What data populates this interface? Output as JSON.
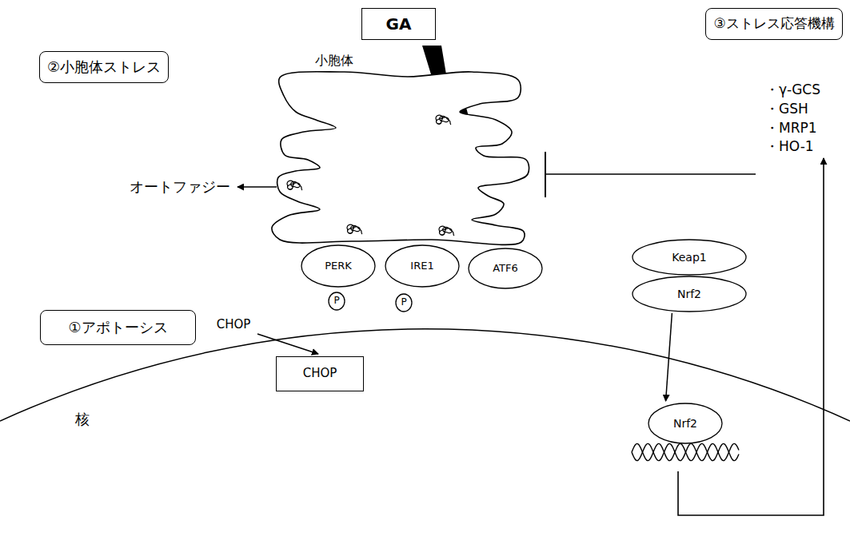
{
  "diagram": {
    "nodes": [
      {
        "text": [
          "GA"
        ]
      },
      {
        "text": [
          "②小胞体ストレス"
        ]
      },
      {
        "text": [
          "③ストレス応答機構"
        ]
      },
      {
        "text": [
          "PERK"
        ]
      },
      {
        "text": [
          "IRE1"
        ]
      },
      {
        "text": [
          "ATF6"
        ]
      },
      {
        "text": [
          "Keap1"
        ]
      },
      {
        "text": [
          "Nrf2"
        ]
      },
      {
        "text": [
          "P"
        ]
      },
      {
        "text": [
          "①アポトーシス"
        ]
      },
      {
        "text": [
          "P"
        ]
      },
      {
        "text": [
          "CHOP"
        ]
      },
      {
        "text": [
          "Nrf2"
        ]
      }
    ],
    "edges": [
      {
        "from": 7,
        "to": 12,
        "arrow": "to"
      }
    ],
    "labels": [
      "小胞体",
      "オートファジー",
      "・γ-GCS",
      "・GSH",
      "・MRP1",
      "・HO-1",
      "CHOP",
      "核"
    ]
  }
}
